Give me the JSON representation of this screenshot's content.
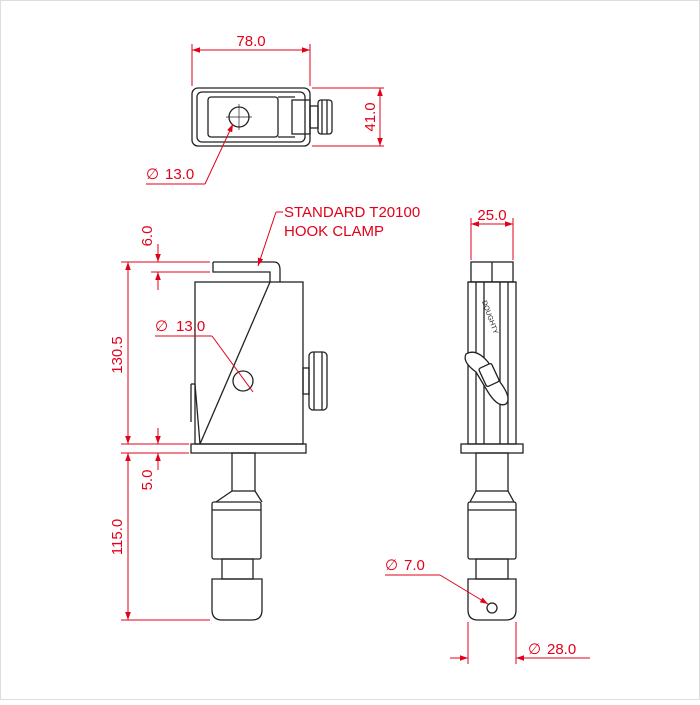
{
  "colors": {
    "dimension": "#e3001b",
    "outline": "#222222",
    "frame": "#dddddd"
  },
  "top_view": {
    "width_label": "78.0",
    "height_label": "41.0",
    "hole_label": "13.0"
  },
  "side_view": {
    "note_line1": "STANDARD T20100",
    "note_line2": "HOOK CLAMP",
    "hook_label": "6.0",
    "hole_label": "13.0",
    "body_height_label": "130.5",
    "flange_label": "5.0",
    "spigot_length_label": "115.0"
  },
  "front_view": {
    "width_label": "25.0",
    "hole_label": "7.0",
    "spigot_diameter_label": "28.0",
    "brand_text": "DOUGHTY"
  },
  "diameter_symbol": "∅"
}
